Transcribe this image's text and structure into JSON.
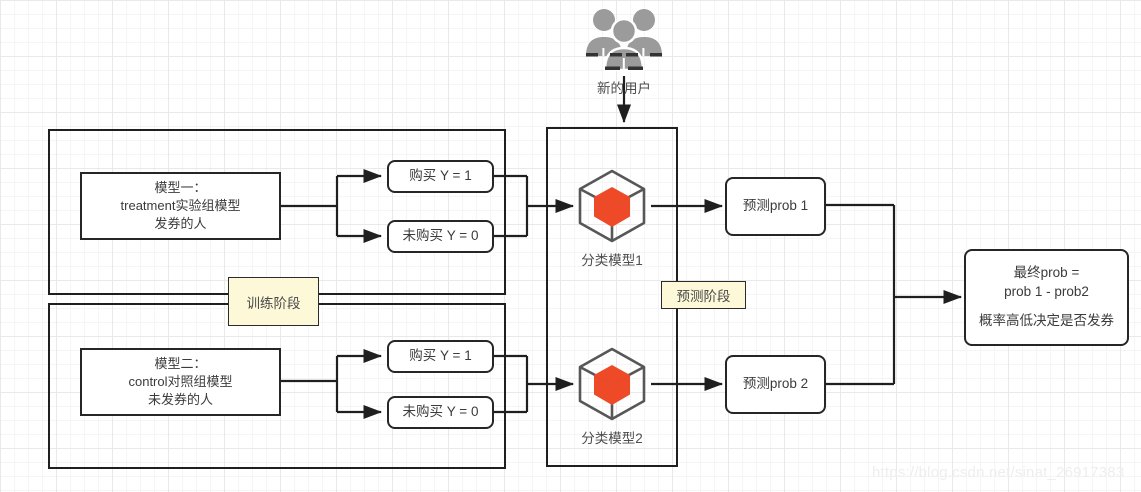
{
  "diagram": {
    "title": "Uplift two-model diagram",
    "accent_orange": "#ee4a28",
    "phase_fill": "#fcf8d8",
    "stroke": "#262626"
  },
  "source_group": {
    "icon": "people-icon",
    "caption": "新的用户"
  },
  "training": {
    "phase_label": "训练阶段",
    "treatment": {
      "model_line1": "模型一：",
      "model_line2": "treatment实验组模型",
      "model_line3": "发券的人",
      "outcome_positive": "购买 Y = 1",
      "outcome_negative": "未购买 Y = 0"
    },
    "control": {
      "model_line1": "模型二：",
      "model_line2": "control对照组模型",
      "model_line3": "未发券的人",
      "outcome_positive": "购买 Y = 1",
      "outcome_negative": "未购买 Y = 0"
    }
  },
  "prediction": {
    "phase_label": "预测阶段",
    "classifiers": [
      {
        "icon": "cube-icon",
        "caption": "分类模型1"
      },
      {
        "icon": "cube-icon",
        "caption": "分类模型2"
      }
    ],
    "outputs": [
      {
        "label": "预测prob 1"
      },
      {
        "label": "预测prob 2"
      }
    ]
  },
  "result": {
    "line1": "最终prob =",
    "line2": "prob 1 - prob2",
    "line3": "概率高低决定是否发券"
  },
  "watermark": {
    "text": "https://blog.csdn.net/sinat_26917383"
  }
}
